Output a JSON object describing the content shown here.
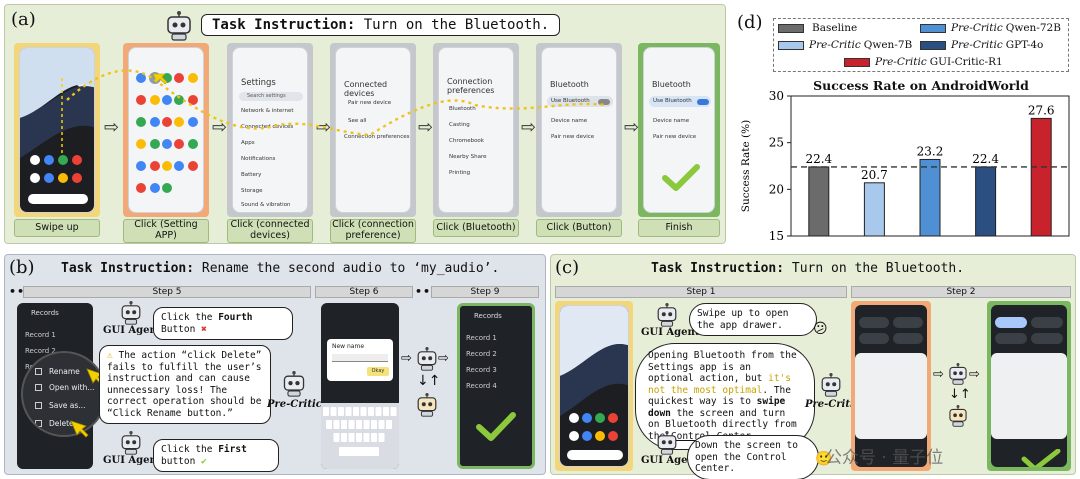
{
  "panel_a": {
    "letter": "(a)",
    "instruction_bold": "Task Instruction:",
    "instruction_text": " Turn on the Bluetooth.",
    "steps": [
      "Swipe up",
      "Click (Setting APP)",
      "Click (connected devices)",
      "Click (connection preference)",
      "Click (Bluetooth)",
      "Click (Button)",
      "Finish"
    ],
    "screens": {
      "settings": "Settings",
      "settings_search": "Search settings",
      "settings_items": [
        "Network & internet",
        "Connected devices",
        "Apps",
        "Notifications",
        "Battery",
        "Storage",
        "Sound & vibration"
      ],
      "connected": "Connected devices",
      "connected_items": [
        "Pair new device",
        "See all",
        "Connection preferences"
      ],
      "conn_pref": "Connection preferences",
      "conn_pref_items": [
        "Bluetooth",
        "Casting",
        "Chromebook",
        "Nearby Share",
        "Printing"
      ],
      "bluetooth": "Bluetooth",
      "bluetooth_items": [
        "Use Bluetooth",
        "Device name",
        "Pair new device"
      ]
    }
  },
  "panel_b": {
    "letter": "(b)",
    "instruction_bold": "Task Instruction:",
    "instruction_text": " Rename the second audio to ‘my_audio’.",
    "step_labels": [
      "Step 5",
      "Step 6",
      "Step 9"
    ],
    "dots": "•••",
    "agent_label": "GUI Agent",
    "critic_label": "Pre-Critic",
    "agent_msg_1_pre": "Click the ",
    "agent_msg_1_bold": "Fourth",
    "agent_msg_1_post": " Button",
    "critic_msg": "The action “click Delete” fails to fulfill the user’s instruction and can cause unnecessary loss! The correct operation should be “Click Rename button.”",
    "agent_msg_2_pre": "Click the ",
    "agent_msg_2_bold": "First",
    "agent_msg_2_post": " button",
    "menu_items": [
      "Rename",
      "Open with...",
      "Save as...",
      "Delete"
    ],
    "list_title": "Records",
    "records": [
      "Record 1",
      "Record 2",
      "Record 3",
      "Record 4"
    ],
    "dialog_title": "New name",
    "dialog_ok": "Okay"
  },
  "panel_c": {
    "letter": "(c)",
    "instruction_bold": "Task Instruction:",
    "instruction_text": " Turn on the Bluetooth.",
    "step_labels": [
      "Step 1",
      "Step 2"
    ],
    "agent_label": "GUI Agent",
    "critic_label": "Pre-Critic",
    "agent_msg_1": "Swipe up to open the app drawer.",
    "critic_msg_a": "Opening Bluetooth from the Settings app is an optional action, but ",
    "critic_msg_b": "it's not the most optimal",
    "critic_msg_c": ". The quickest way is to ",
    "critic_msg_d": "swipe down",
    "critic_msg_e": " the screen and turn on Bluetooth directly from the ",
    "critic_msg_f": "Control Center",
    "critic_msg_g": ".",
    "agent_msg_2": "Down the screen to open the Control Center.",
    "watermark": "公众号 · 量子位"
  },
  "chart_data": {
    "type": "bar",
    "panel_letter": "(d)",
    "title": "Success Rate on AndroidWorld",
    "ylabel": "Success Rate (%)",
    "ylim": [
      15,
      30
    ],
    "yticks": [
      15,
      20,
      25,
      30
    ],
    "baseline_line": 22.4,
    "legend_placement": "top",
    "series": [
      {
        "prefix": "",
        "name": "Baseline",
        "value": 22.4,
        "label": "22.4",
        "color": "#6b6b6b"
      },
      {
        "prefix": "Pre-Critic",
        "name": "Qwen-7B",
        "value": 20.7,
        "label": "20.7",
        "color": "#a9c9ec"
      },
      {
        "prefix": "Pre-Critic",
        "name": "Qwen-72B",
        "value": 23.2,
        "label": "23.2",
        "color": "#4f8fd3"
      },
      {
        "prefix": "Pre-Critic",
        "name": "GPT-4o",
        "value": 22.4,
        "label": "22.4",
        "color": "#2b4f80"
      },
      {
        "prefix": "Pre-Critic",
        "name": "GUI-Critic-R1",
        "value": 27.6,
        "label": "27.6",
        "color": "#c8232c"
      }
    ]
  },
  "colors": {
    "panel_green": "#e6eed8",
    "panel_blue": "#dfe3ea",
    "frame_yellow": "#f3d679",
    "frame_orange": "#f2a977",
    "frame_grey": "#c4c8cc",
    "frame_green": "#7bb661",
    "check_green": "#8cc83c",
    "cross_red": "#d9342b"
  }
}
